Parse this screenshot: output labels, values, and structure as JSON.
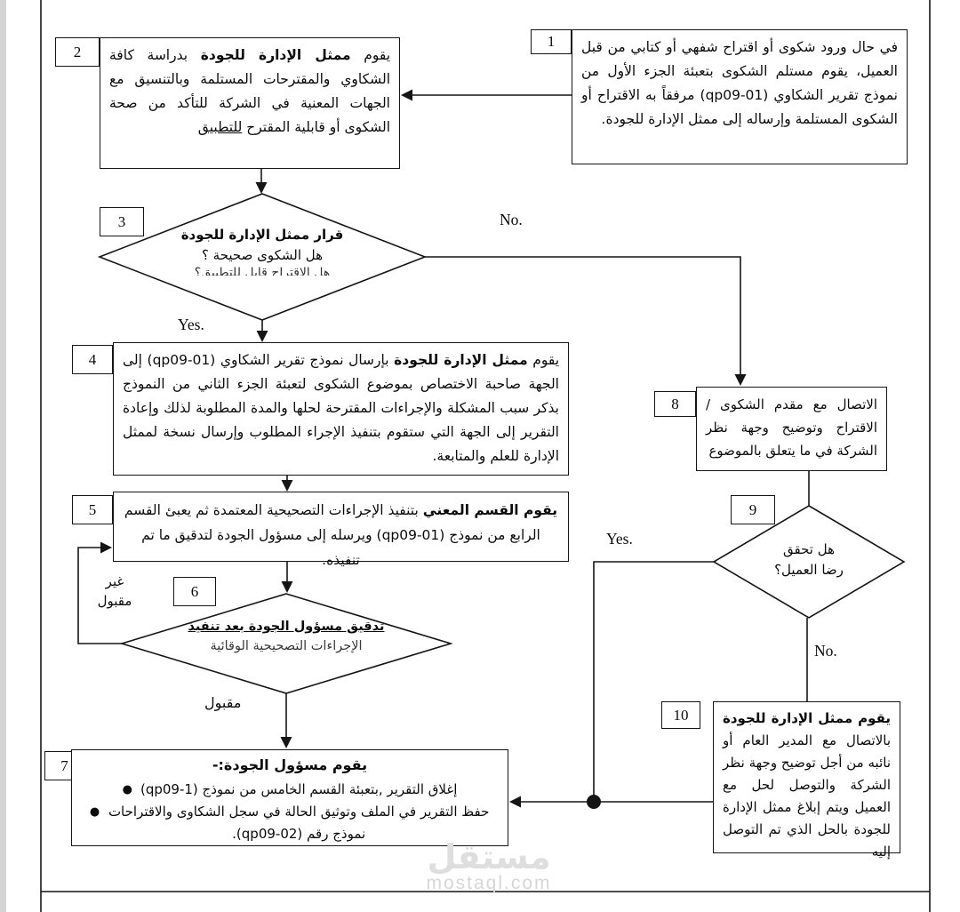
{
  "flow": {
    "box1": {
      "num": "1",
      "text": "في حال ورود شكوى أو اقتراح شفهي أو كتابي  من قبل العميل، يقوم مستلم الشكوى بتعبئة الجزء الأول من نموذج تقرير الشكاوي (qp09-01) مرفقاً به الاقتراح أو الشكوى المستلمة وإرساله إلى ممثل الإدارة للجودة."
    },
    "box2": {
      "num": "2",
      "pre": "يقوم ",
      "bold": "ممثل الإدارة للجودة",
      "rest": " بدراسة كافة الشكاوي والمقترحات المستلمة وبالتنسيق مع الجهات المعنية في الشركة للتأكد من صحة الشكوى أو قابلية المقترح ",
      "tail": "للتطبيق"
    },
    "d3": {
      "num": "3",
      "line1": "قرار ممثل الإدارة للجودة",
      "line2": "هل الشكوى صحيحة ؟",
      "line3": "هل الاقتراح قابل للتطبيق؟"
    },
    "box4": {
      "num": "4",
      "pre": "يقوم ",
      "bold": "ممثل الإدارة للجودة",
      "rest": " بإرسال نموذج تقرير الشكاوي (qp09-01) إلى الجهة صاحبة الاختصاص بموضوع الشكوى لتعبئة الجزء الثاني من النموذج بذكر سبب المشكلة والإجراءات المقترحة لحلها والمدة المطلوبة لذلك وإعادة التقرير إلى الجهة التي ستقوم بتنفيذ الإجراء المطلوب وإرسال نسخة لممثل الإدارة للعلم والمتابعة."
    },
    "box5": {
      "num": "5",
      "bold": "يقوم القسم المعني",
      "rest": " بتنفيذ الإجراءات التصحيحية المعتمدة ثم يعبئ القسم الرابع من نموذج (qp09-01) ويرسله إلى مسؤول الجودة لتدقيق ما تم تنفيذه."
    },
    "d6": {
      "num": "6",
      "line1": "تدقيق مسؤول الجودة بعد تنفيذ",
      "line2": "الإجراءات التصحيحية الوقائية"
    },
    "box7": {
      "num": "7",
      "header": "يقوم مسؤول الجودة:-",
      "bullets": [
        "إغلاق التقرير ,بتعبئة القسم الخامس من نموذج (qp09-1)",
        "حفظ التقرير في الملف وتوثيق الحالة في سجل الشكاوى والاقتراحات نموذج رقم (qp09-02)."
      ]
    },
    "box8": {
      "num": "8",
      "text": "الاتصال مع مقدم الشكوى / الاقتراح وتوضيح وجهة نظر الشركة في ما يتعلق بالموضوع"
    },
    "d9": {
      "num": "9",
      "line1": "هل تحقق",
      "line2": "رضا العميل؟"
    },
    "box10": {
      "num": "10",
      "bold": "يقوم ممثل الإدارة للجودة",
      "rest": " بالاتصال مع المدير العام أو نائبه من أجل توضيح وجهة نظر الشركة والتوصل لحل مع العميل ويتم إبلاغ ممثل الإدارة للجودة بالحل الذي تم التوصل إليه"
    },
    "labels": {
      "no_top": "No.",
      "yes_top": "Yes.",
      "yes_mid": "Yes.",
      "no_mid": "No.",
      "rejected_l1": "غير",
      "rejected_l2": "مقبول",
      "accepted": "مقبول"
    }
  },
  "colors": {
    "line": "#151515",
    "watermark": "#dedede"
  },
  "watermark": {
    "logo": "مستقل",
    "domain": "mostaql.com"
  }
}
